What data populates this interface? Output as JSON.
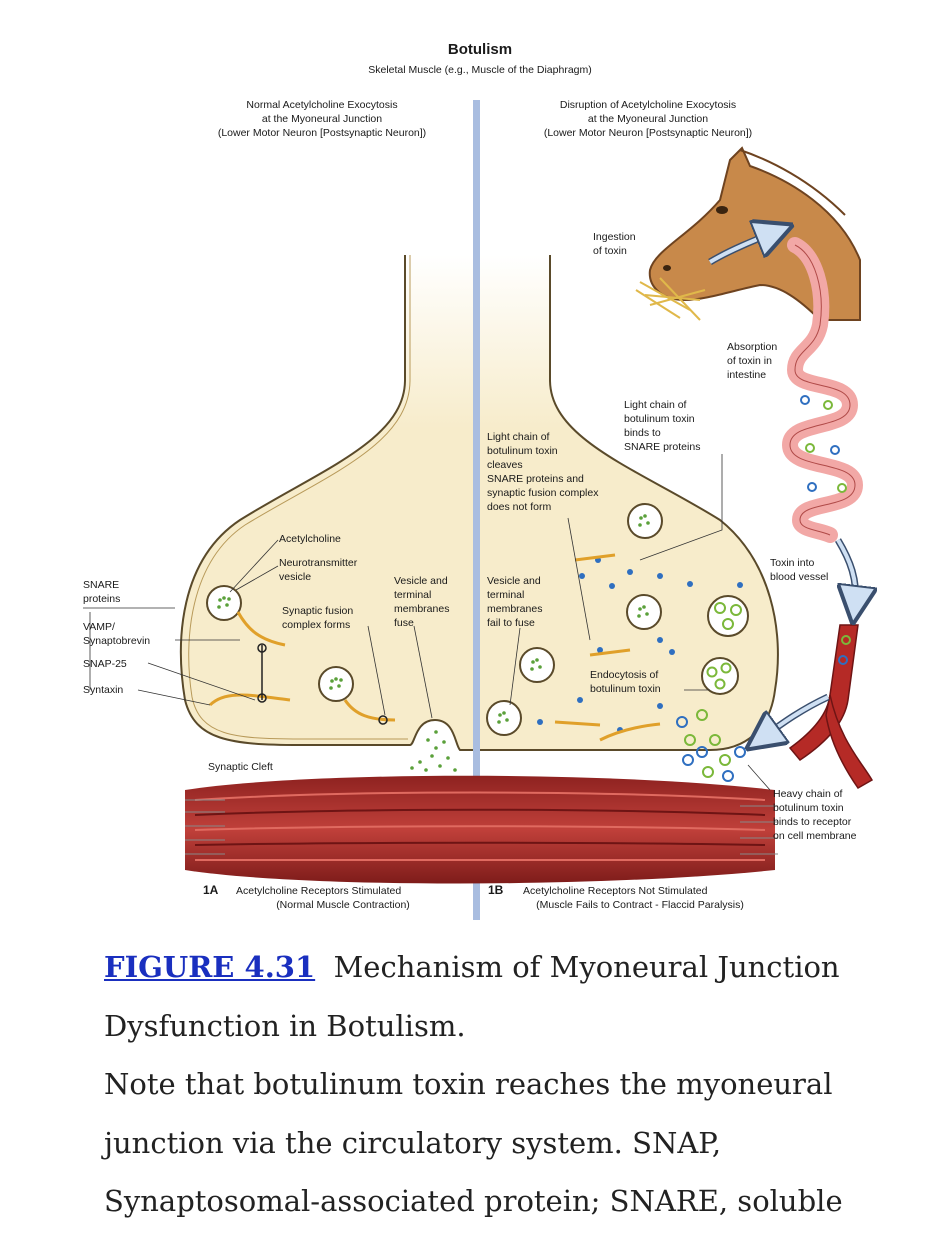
{
  "figure": {
    "title": "Botulism",
    "subtitle": "Skeletal Muscle (e.g., Muscle of the Diaphragm)",
    "left_header": [
      "Normal Acetylcholine Exocytosis",
      "at the Myoneural Junction",
      "(Lower Motor Neuron [Postsynaptic Neuron])"
    ],
    "right_header": [
      "Disruption of Acetylcholine Exocytosis",
      "at the Myoneural Junction",
      "(Lower Motor Neuron [Postsynaptic Neuron])"
    ],
    "labels": {
      "ingestion": [
        "Ingestion",
        "of toxin"
      ],
      "absorption": [
        "Absorption",
        "of toxin in",
        "intestine"
      ],
      "light_chain_binds": [
        "Light chain of",
        "botulinum toxin",
        "binds to",
        "SNARE proteins"
      ],
      "light_chain_cleaves": [
        "Light chain of",
        "botulinum toxin",
        "cleaves",
        "SNARE proteins and",
        "synaptic fusion complex",
        "does not form"
      ],
      "toxin_blood": [
        "Toxin into",
        "blood vessel"
      ],
      "acetylcholine": "Acetylcholine",
      "neurotransmitter_vesicle": [
        "Neurotransmitter",
        "vesicle"
      ],
      "snare_proteins": [
        "SNARE",
        "proteins"
      ],
      "vamp": [
        "VAMP/",
        "Synaptobrevin"
      ],
      "snap25": "SNAP-25",
      "syntaxin": "Syntaxin",
      "fusion_complex": [
        "Synaptic fusion",
        "complex forms"
      ],
      "vesicle_fuse": [
        "Vesicle and",
        "terminal",
        "membranes",
        "fuse"
      ],
      "vesicle_fail": [
        "Vesicle and",
        "terminal",
        "membranes",
        "fail to fuse"
      ],
      "endocytosis": [
        "Endocytosis of",
        "botulinum toxin"
      ],
      "synaptic_cleft": "Synaptic Cleft",
      "heavy_chain": [
        "Heavy chain of",
        "botulinum toxin",
        "binds to receptor",
        "on cell membrane"
      ]
    },
    "panel_1a": {
      "id": "1A",
      "line1": "Acetylcholine Receptors Stimulated",
      "line2": "(Normal Muscle Contraction)"
    },
    "panel_1b": {
      "id": "1B",
      "line1": "Acetylcholine Receptors Not Stimulated",
      "line2": "(Muscle Fails to Contract - Flaccid Paralysis)"
    },
    "colors": {
      "terminal_fill": "#f7eccb",
      "terminal_stroke": "#5a4a2a",
      "divider": "#a9bde0",
      "muscle": "#b2332f",
      "horse": "#c8894a",
      "intestine": "#f2a8a6",
      "vessel": "#b52a26",
      "toxin_blue": "#2f6fc0",
      "toxin_green": "#7bb83a",
      "snare_orange": "#e0a02a"
    }
  },
  "caption": {
    "figure_link": "FIGURE 4.31",
    "title": "Mechanism of Myoneural Junction Dysfunction in Botulism.",
    "note": "Note that botulinum toxin reaches the myoneural junction via the circulatory system.",
    "snap_abbr": "SNAP",
    "snap_def": ", Synaptosomal-associated protein;",
    "snare_abbr": "SNARE",
    "snare_def": ", soluble"
  }
}
